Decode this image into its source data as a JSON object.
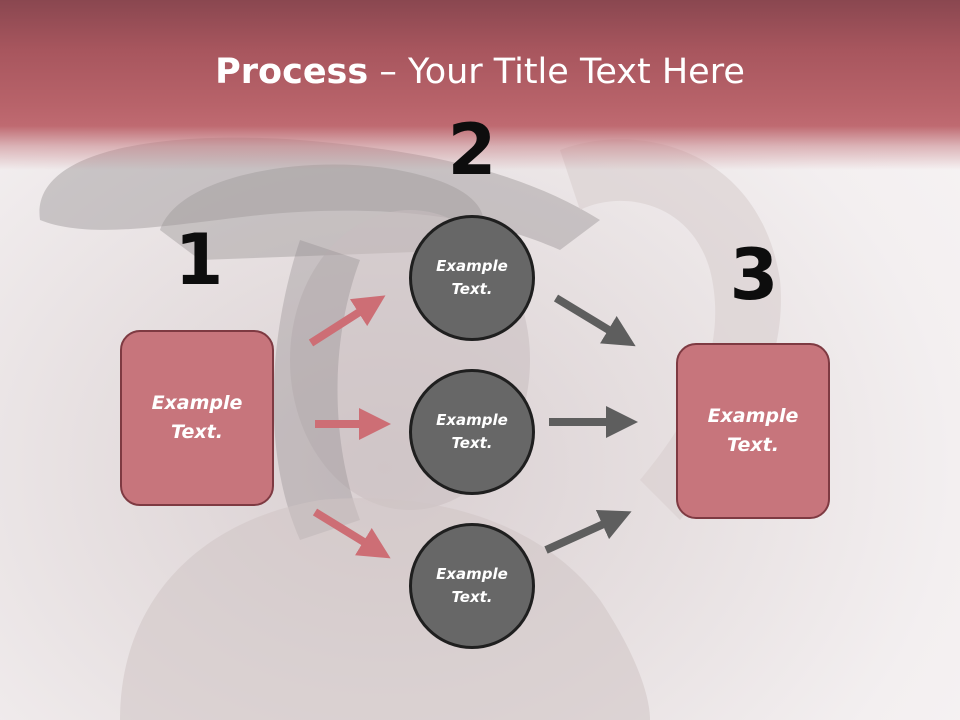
{
  "slide": {
    "title_bold": "Process",
    "title_rest": " – Your Title Text Here",
    "step_numbers": [
      "1",
      "2",
      "3"
    ],
    "left_box_text": "Example Text.",
    "right_box_text": "Example Text.",
    "circle_top_text": "Example Text.",
    "circle_middle_text": "Example Text.",
    "circle_bottom_text": "Example Text.",
    "colors": {
      "header": "#b8636a",
      "box_fill": "#c7757c",
      "box_border": "#7e3a42",
      "circle_fill": "#676767",
      "circle_border": "#1f1f1f",
      "arrow_pink": "#cd6e75",
      "arrow_gray": "#5e5e5e"
    }
  }
}
